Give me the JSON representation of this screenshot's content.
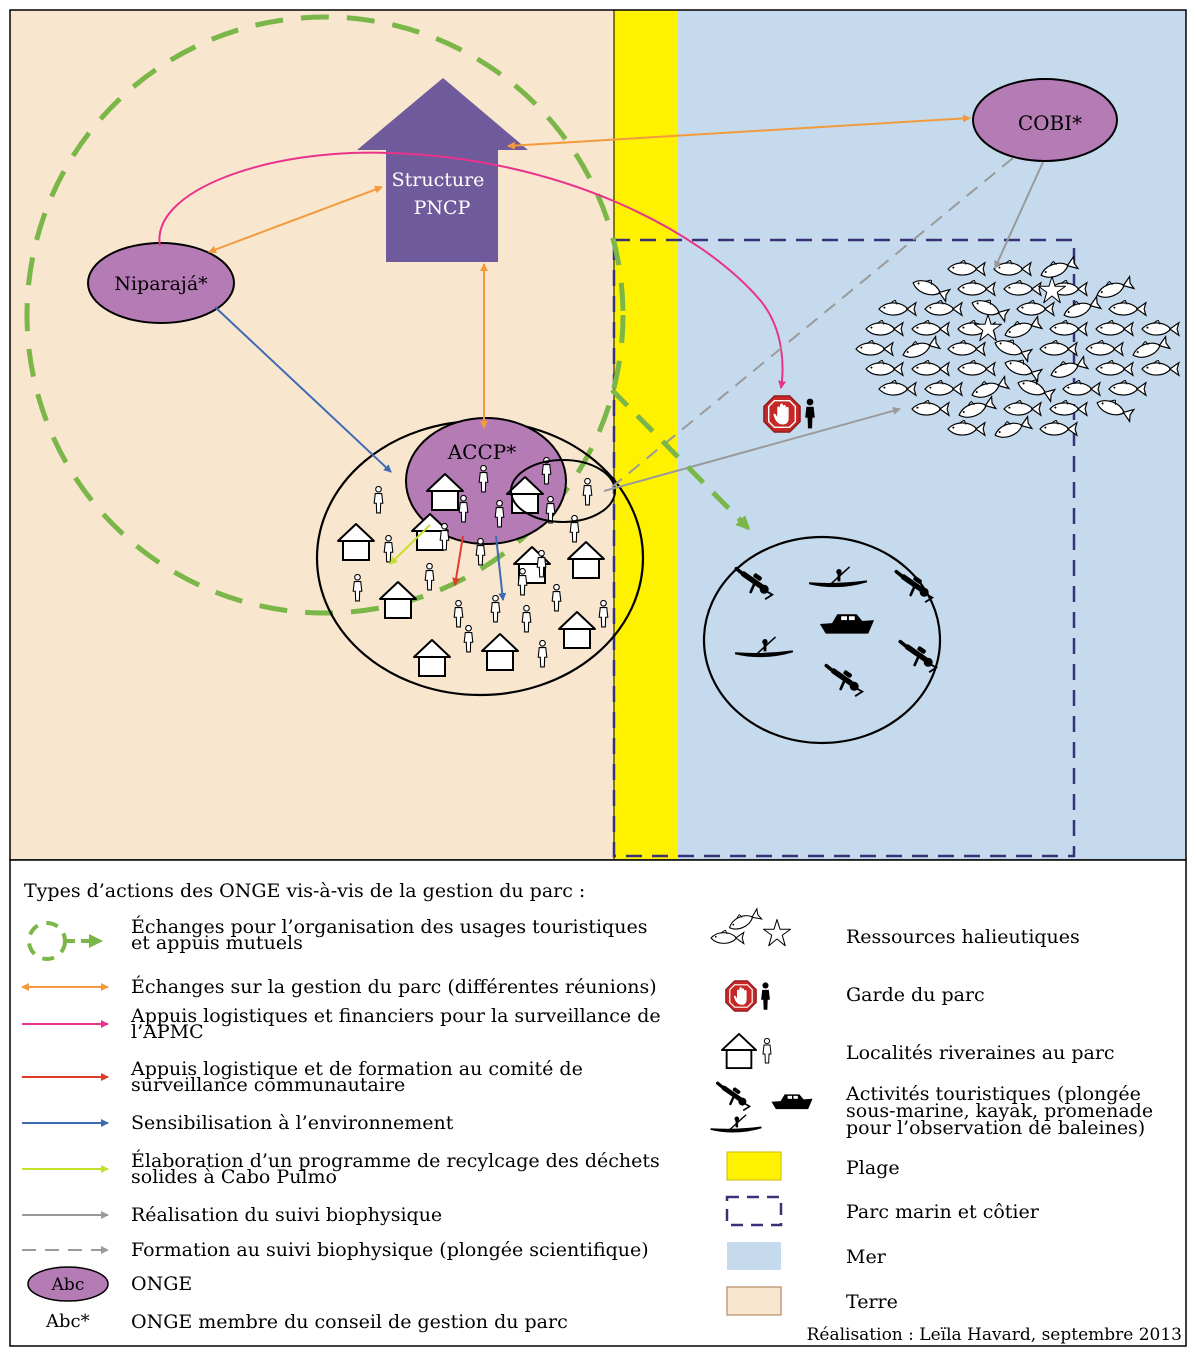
{
  "nodes": {
    "structure_line1": "Structure",
    "structure_line2": "PNCP",
    "cobi": "COBI*",
    "niparaja": "Niparajá*",
    "accp": "ACCP*"
  },
  "legend": {
    "title": "Types d’actions des ONGE vis-à-vis de la gestion du parc :",
    "left": [
      {
        "lines": [
          "Échanges pour l’organisation des usages touristiques",
          "et appuis mutuels"
        ],
        "color": "#7ab648",
        "style": "green-dash"
      },
      {
        "lines": [
          "Échanges sur la gestion du parc (différentes réunions)"
        ],
        "color": "#f39a3d",
        "style": "double"
      },
      {
        "lines": [
          "Appuis logistiques et financiers pour la surveillance de",
          "l’APMC"
        ],
        "color": "#e8338c",
        "style": "single"
      },
      {
        "lines": [
          "Appuis logistique et de formation au comité de",
          "surveillance communautaire"
        ],
        "color": "#e03a2a",
        "style": "single"
      },
      {
        "lines": [
          "Sensibilisation à l’environnement"
        ],
        "color": "#3d6bb3",
        "style": "single"
      },
      {
        "lines": [
          "Élaboration d’un programme de recylcage des déchets",
          "solides à Cabo Pulmo"
        ],
        "color": "#c6df2b",
        "style": "single"
      },
      {
        "lines": [
          "Réalisation du suivi biophysique"
        ],
        "color": "#9a9a9a",
        "style": "single"
      },
      {
        "lines": [
          "Formation au suivi biophysique (plongée scientifique)"
        ],
        "color": "#9a9a9a",
        "style": "dashed"
      }
    ],
    "onge_sample": "Abc",
    "onge_label": "ONGE",
    "onge_member_sample": "Abc*",
    "onge_member_label": "ONGE membre du conseil de gestion du parc",
    "right": [
      {
        "icon": "fish-resources-icon",
        "lines": [
          "Ressources halieutiques"
        ]
      },
      {
        "icon": "park-guard-icon",
        "lines": [
          "Garde du parc"
        ]
      },
      {
        "icon": "village-icon",
        "lines": [
          "Localités riveraines au parc"
        ]
      },
      {
        "icon": "tourism-icon",
        "lines": [
          "Activités touristiques (plongée",
          "sous-marine, kayak, promenade",
          "pour l’observation de baleines)"
        ]
      },
      {
        "icon": "beach-swatch",
        "lines": [
          "Plage"
        ]
      },
      {
        "icon": "park-boundary-swatch",
        "lines": [
          "Parc marin et côtier"
        ]
      },
      {
        "icon": "sea-swatch",
        "lines": [
          "Mer"
        ]
      },
      {
        "icon": "land-swatch",
        "lines": [
          "Terre"
        ]
      }
    ],
    "credit": "Réalisation : Leïla Havard, septembre 2013"
  },
  "colors": {
    "land": "#f8e6cf",
    "beach": "#fff200",
    "sea": "#c5daed",
    "onge": "#b57bb5",
    "pncp": "#6f5a9c",
    "park_boundary": "#3a3278",
    "green": "#7ab648",
    "orange": "#f39a3d",
    "pink": "#e8338c",
    "red": "#e03a2a",
    "blue": "#3d6bb3",
    "lime": "#c6df2b",
    "gray": "#9a9a9a"
  }
}
